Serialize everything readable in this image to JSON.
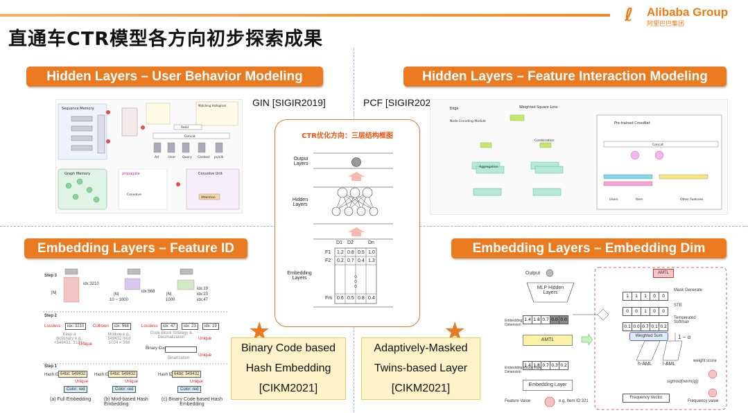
{
  "header": {
    "title": "直通车CTR模型各方向初步探索成果",
    "logo_name": "Alibaba Group",
    "logo_cn": "阿里巴巴集团"
  },
  "colors": {
    "accent": "#ea7a20",
    "divider": "#8fb3d9",
    "pub_bg": "#fdf2c8",
    "center_title": "#e8550f"
  },
  "sections": {
    "top_left": {
      "title": "Hidden Layers – User Behavior Modeling",
      "citation": "GIN [SIGIR2019]"
    },
    "top_right": {
      "title": "Hidden Layers – Feature Interaction Modeling",
      "citation": "PCF [SIGIR2021]"
    },
    "bottom_left": {
      "title": "Embedding Layers – Feature ID",
      "pub_lines": [
        "Binary Code based",
        "Hash Embedding",
        "[CIKM2021]"
      ]
    },
    "bottom_right": {
      "title": "Embedding Layers – Embedding Dim",
      "pub_lines": [
        "Adaptively-Masked",
        "Twins-based Layer",
        "[CIKM2021]"
      ]
    }
  },
  "center_diagram": {
    "title": "CTR优化方向：三层结构框图",
    "layers": [
      "Output Layers",
      "Hidden Layers",
      "Embedding Layers"
    ],
    "columns": [
      "D1",
      "D2",
      "Dn"
    ],
    "rows": [
      {
        "label": "F1",
        "values": [
          "1.2",
          "0.8",
          "0.5",
          "1.0"
        ]
      },
      {
        "label": "F2",
        "values": [
          "0.2",
          "0.7",
          "0.4",
          "1.3"
        ]
      },
      {
        "label": "Fm",
        "values": [
          "0.6",
          "0.5",
          "0.8",
          "0.4"
        ]
      }
    ]
  },
  "gin_figure": {
    "labels": [
      "Sequence Memory",
      "Graph Memory",
      "propagate",
      "Convolve Unit",
      "Attention",
      "Concat",
      "ReLU",
      "Ad",
      "User",
      "Query",
      "Context",
      "pv/clk",
      "Convolve",
      "Matching Histogram"
    ]
  },
  "pcf_figure": {
    "labels": [
      "Edge",
      "Weighted Square Loss",
      "Node Encoding Module",
      "Combination",
      "Aggregation",
      "Pre-trained CrossNet",
      "Concat",
      "Other Features",
      "Users",
      "Item"
    ]
  },
  "hash_figure": {
    "steps": [
      "Step 3",
      "Step 2",
      "Step 1"
    ],
    "step3": {
      "idx_a": "idx:3210",
      "idx_b": "idx:568",
      "idx_c": [
        "idx:19",
        "idx:23",
        "idx:47"
      ],
      "N_label": "|N|",
      "range_a": "10 ~ 1000",
      "range_b": "1000"
    },
    "step2": {
      "lossless": "Lossless",
      "idx_3210": "idx: 3210",
      "collision": "Collision",
      "idx_568": "idx: 568",
      "lossless2": "Lossless",
      "idx_47": "idx: 47",
      "idx_23": "idx: 23",
      "idx_19": "idx: 19",
      "note_a": "Keep a dictionary e.g., <549432, 3120>",
      "note_b": "Modulo e.g., 549432 mod 1024 = 568",
      "note_c": "Code Block Strategy & Decimalization",
      "unique": "Unique",
      "binary_code": "Binary Code",
      "binarization": "Binarization"
    },
    "step1": {
      "hash_id": "Hash ID",
      "hash_value": "64bit: 549432",
      "unique": "Unique",
      "color": "Color: red"
    },
    "captions": [
      "(a) Full Embedding",
      "(b) Mod-based Hash Embedding",
      "(c) Binary Code based Hash Embedding"
    ]
  },
  "amtl_figure": {
    "output": "Output",
    "mlp": "MLP Hidden Layers",
    "embedding_vector_adaptive": "Embedding Vector Adaptive Dimension",
    "amtl": "AMTL",
    "embedding_vector_raw": "Embedding Vector Raw Dimension",
    "embedding_layer": "Embedding Layer",
    "feature_value": "Feature Value",
    "feature_example": "e.g. Item ID:321",
    "e_hat": [
      "1.4",
      "1.8",
      "0.7",
      "0.0",
      "0.0"
    ],
    "e": [
      "1.4",
      "1.8",
      "0.7",
      "0.3",
      "0.2"
    ],
    "mask": [
      "1",
      "1",
      "1",
      "0",
      "0"
    ],
    "ste": [
      "0",
      "0",
      "1",
      "0",
      "0"
    ],
    "softmax": [
      "0.1",
      "0.0",
      "0.7",
      "0.1",
      "0.2"
    ],
    "mask_label": "Mask Generate",
    "ste_label": "STE",
    "softmax_label": "Temperated Softmax",
    "weighted_sum": "Weighted Sum",
    "one_minus": "1 − α",
    "h_aml": "h-AML",
    "l_aml": "l-AML",
    "frequency_vector": "Frequency Vector",
    "weight_score": "weight score",
    "sigmoid": "sigmoid(norm(q))",
    "frequency_value": "Frequency value"
  }
}
